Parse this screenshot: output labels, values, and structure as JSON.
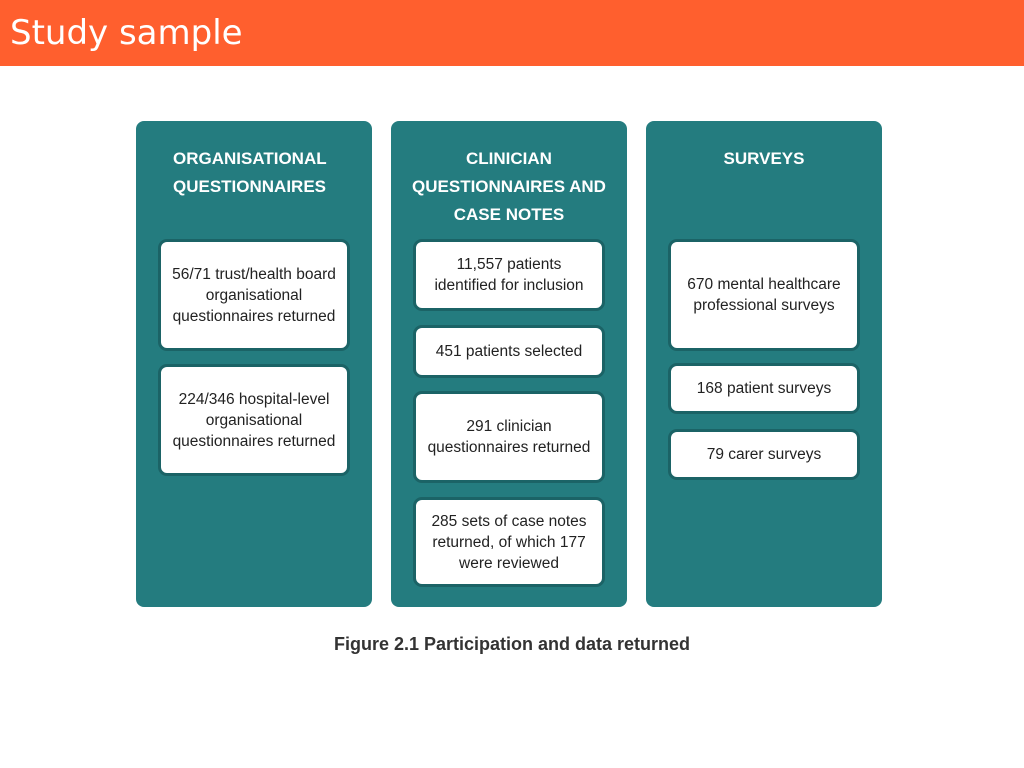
{
  "slide": {
    "title": "Study sample",
    "caption": "Figure 2.1 Participation and data returned"
  },
  "columns": [
    {
      "heading": "ORGANISATIONAL\nQUESTIONNAIRES",
      "boxes": [
        "56/71 trust/health board organisational questionnaires returned",
        "224/346 hospital-level organisational questionnaires returned"
      ]
    },
    {
      "heading": "CLINICIAN\nQUESTIONNAIRES AND\nCASE NOTES",
      "boxes": [
        "11,557 patients identified for inclusion",
        "451 patients selected",
        "291 clinician questionnaires returned",
        "285 sets of case notes returned, of which 177 were reviewed"
      ]
    },
    {
      "heading": "SURVEYS",
      "boxes": [
        "670 mental healthcare professional surveys",
        "168 patient surveys",
        "79 carer surveys"
      ]
    }
  ],
  "colors": {
    "title_bar": "#ff5f2e",
    "panel": "#247c7f",
    "card_border": "#1b6366"
  }
}
